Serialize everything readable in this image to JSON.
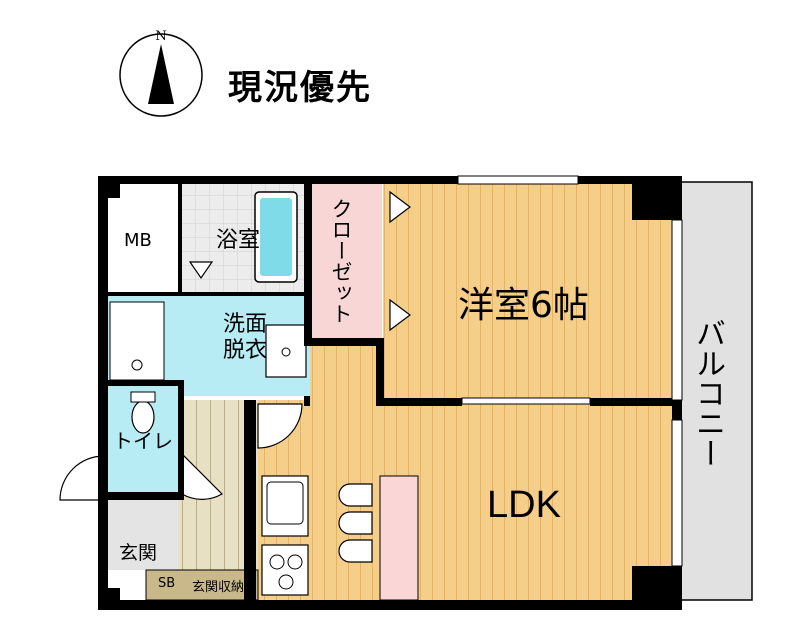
{
  "title": "現況優先",
  "compass": {
    "north_label": "N"
  },
  "rooms": {
    "mb": "MB",
    "bath": "浴室",
    "closet": "クローゼット",
    "western_room": "洋室6帖",
    "washroom_line1": "洗面",
    "washroom_line2": "脱衣",
    "balcony": "バルコニー",
    "toilet": "トイレ",
    "ldk": "LDK",
    "entrance": "玄関",
    "shoe_box": "SB",
    "entrance_storage": "玄関収納"
  },
  "colors": {
    "wall": "#000000",
    "floor_wood": "#f5ce8a",
    "floor_wood_grain": "#e9b25e",
    "closet": "#f9d6d6",
    "wet_area": "#b8ecf4",
    "tile": "#e3e3e3",
    "balcony": "#e1e1e1",
    "storage": "#c9b98a"
  }
}
